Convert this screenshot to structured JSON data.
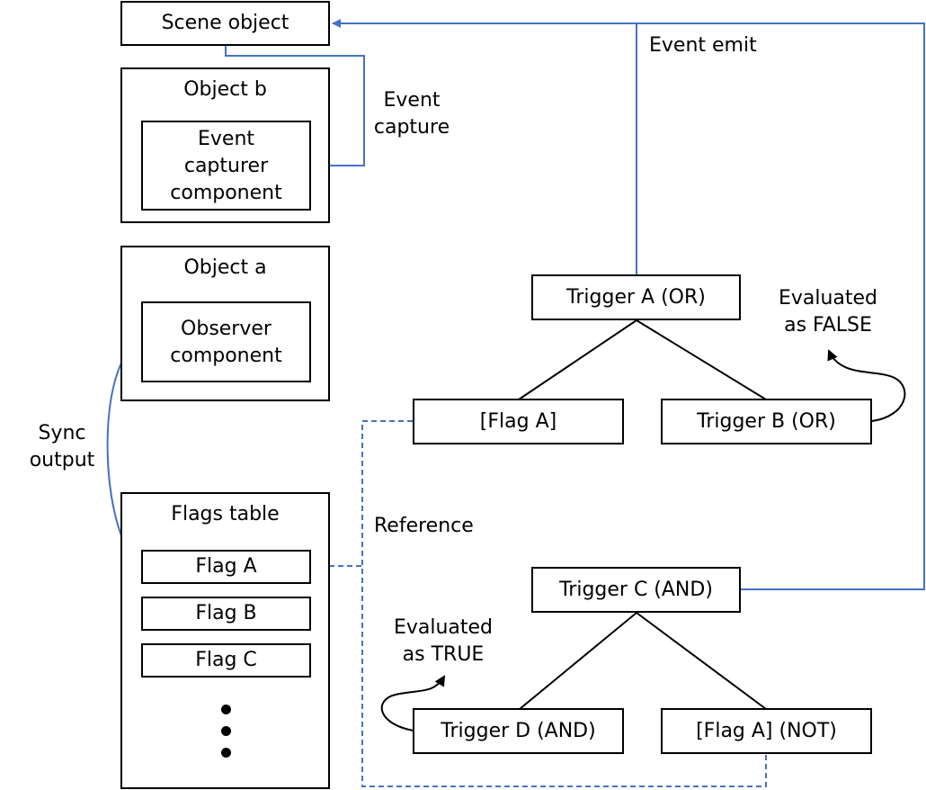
{
  "scene": {
    "scene_object": "Scene object"
  },
  "object_b": {
    "title": "Object b",
    "component_lines": [
      "Event",
      "capturer",
      "component"
    ]
  },
  "object_a": {
    "title": "Object a",
    "component_lines": [
      "Observer",
      "component"
    ]
  },
  "flags_table": {
    "title": "Flags table",
    "flags": [
      "Flag A",
      "Flag B",
      "Flag C"
    ]
  },
  "labels": {
    "event_emit": "Event emit",
    "event_capture": [
      "Event",
      "capture"
    ],
    "sync_output": [
      "Sync",
      "output"
    ],
    "reference": "Reference",
    "evaluated_false": [
      "Evaluated",
      "as FALSE"
    ],
    "evaluated_true": [
      "Evaluated",
      "as TRUE"
    ]
  },
  "triggers": {
    "a": "Trigger A (OR)",
    "flag_a_ref": "[Flag A]",
    "b": "Trigger B (OR)",
    "c": "Trigger C (AND)",
    "d": "Trigger D (AND)",
    "flag_a_not": "[Flag A] (NOT)"
  },
  "colors": {
    "link_blue": "#4472C4",
    "line_black": "#000000"
  }
}
